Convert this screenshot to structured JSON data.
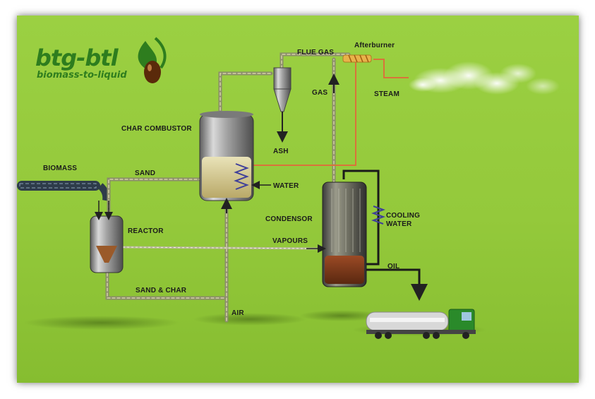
{
  "logo": {
    "brand": "btg-btl",
    "tagline": "biomass-to-liquid"
  },
  "labels": {
    "flue_gas": "FLUE GAS",
    "afterburner": "Afterburner",
    "gas": "GAS",
    "steam": "STEAM",
    "char_combustor": "CHAR COMBUSTOR",
    "ash": "ASH",
    "biomass": "BIOMASS",
    "sand": "SAND",
    "water": "WATER",
    "cooling_water": "COOLING\nWATER",
    "reactor": "REACTOR",
    "condensor": "CONDENSOR",
    "vapours": "VAPOURS",
    "oil": "OIL",
    "sand_char": "SAND & CHAR",
    "air": "AIR"
  },
  "colors": {
    "background": "#94c93b",
    "logo_green": "#2e7d1e",
    "pipe": "#8a8d6a",
    "hot_line": "#d9733a"
  }
}
